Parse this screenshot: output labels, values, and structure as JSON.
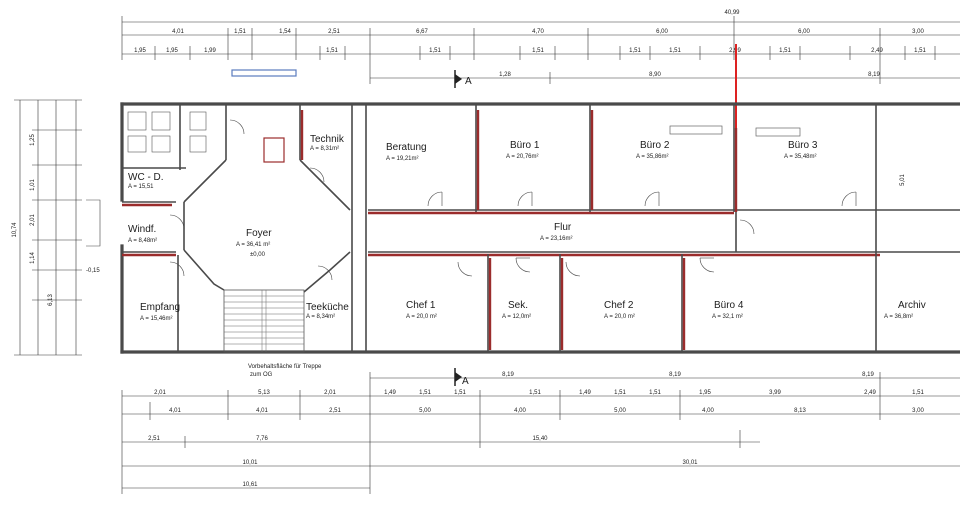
{
  "rooms": [
    {
      "name": "WC - D.",
      "area": "A = 15,51"
    },
    {
      "name": "Windf.",
      "area": "A = 8,48m²"
    },
    {
      "name": "Empfang",
      "area": "A = 15,46m²"
    },
    {
      "name": "Foyer",
      "area": "A = 36,41 m²",
      "level": "±0,00"
    },
    {
      "name": "Technik",
      "area": "A = 8,31m²"
    },
    {
      "name": "Teeküche",
      "area": "A = 8,34m²"
    },
    {
      "name": "Beratung",
      "area": "A = 19,21m²"
    },
    {
      "name": "Büro 1",
      "area": "A = 20,76m²"
    },
    {
      "name": "Büro 2",
      "area": "A = 35,86m²"
    },
    {
      "name": "Büro 3",
      "area": "A = 35,48m²"
    },
    {
      "name": "Flur",
      "area": "A = 23,16m²"
    },
    {
      "name": "Chef 1",
      "area": "A = 20,0 m²"
    },
    {
      "name": "Sek.",
      "area": "A = 12,0m²"
    },
    {
      "name": "Chef 2",
      "area": "A = 20,0 m²"
    },
    {
      "name": "Büro 4",
      "area": "A = 32,1 m²"
    },
    {
      "name": "Archiv",
      "area": "A = 36,8m²"
    }
  ],
  "notes": {
    "stair_note": "Vorbehaltsfläche für Treppe",
    "stair_note2": "zum OG",
    "section_marker": "A"
  },
  "dimensions": {
    "top_overall": "40,99",
    "top_row1": [
      "4,01",
      "1,51",
      "1,54",
      "2,51",
      "6,67",
      "4,70",
      "6,00",
      "6,00",
      "3,00"
    ],
    "top_row2": [
      "1,95",
      "1,95",
      "1,99",
      "1,51",
      "1,51",
      "1,51",
      "1,51",
      "1,51",
      "2,99",
      "1,51",
      "2,49",
      "1,51"
    ],
    "top_row3": [
      "1,28",
      "8,90",
      "8,19"
    ],
    "bottom_row1": [
      "8,19",
      "8,19",
      "8,19"
    ],
    "bottom_row2": [
      "2,01",
      "5,13",
      "2,01",
      "1,49",
      "1,51",
      "1,51",
      "1,51",
      "1,49",
      "1,51",
      "1,51",
      "1,95",
      "3,99",
      "2,49",
      "1,51"
    ],
    "bottom_row3": [
      "4,01",
      "4,01",
      "2,51",
      "5,00",
      "4,00",
      "5,00",
      "4,00",
      "8,13",
      "3,00"
    ],
    "bottom_row4": [
      "2,51",
      "7,76",
      "15,40"
    ],
    "bottom_row5": [
      "10,01",
      "30,01"
    ],
    "bottom_row6": [
      "10,61"
    ],
    "left_overall": "10,74",
    "left_dims": [
      "1,25",
      "1,01",
      "2,01",
      "1,14",
      "6,13"
    ],
    "right_dim": "5,01",
    "level_outside": "-0,15"
  }
}
